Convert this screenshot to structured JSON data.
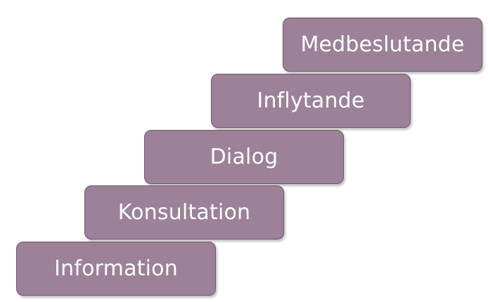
{
  "diagram": {
    "steps": [
      {
        "label": "Medbeslutande"
      },
      {
        "label": "Inflytande"
      },
      {
        "label": "Dialog"
      },
      {
        "label": "Konsultation"
      },
      {
        "label": "Information"
      }
    ],
    "colors": {
      "box_fill": "#9c8199",
      "box_border": "#6f566c",
      "text": "#ffffff"
    }
  }
}
